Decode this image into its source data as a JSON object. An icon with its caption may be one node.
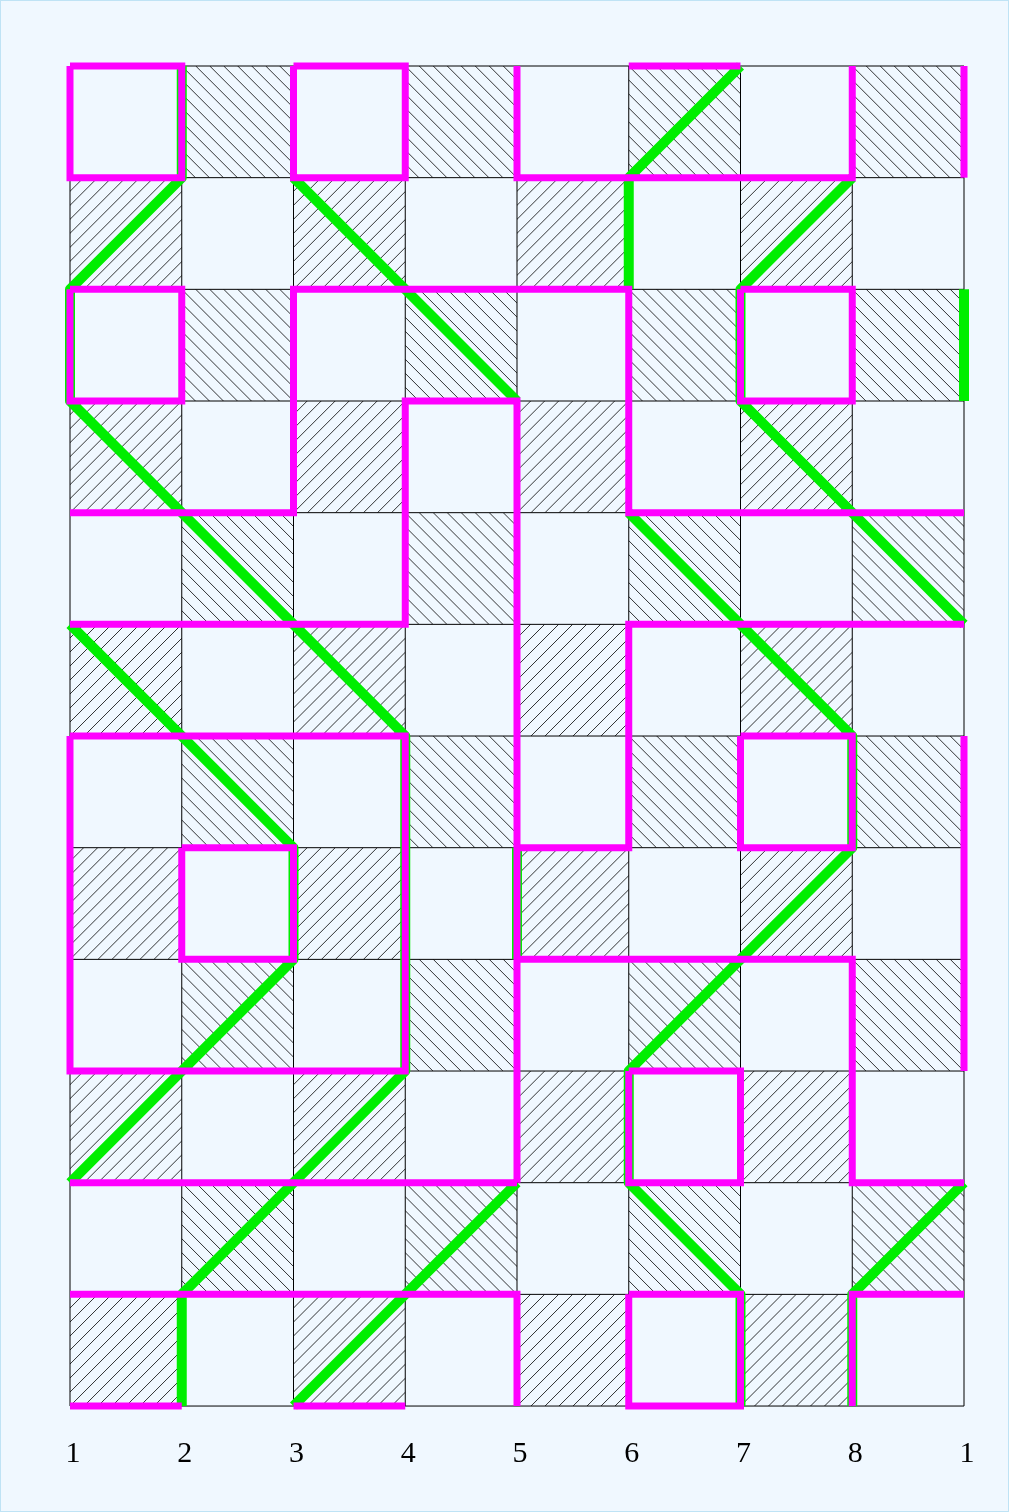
{
  "diagram": {
    "labels": [
      "1",
      "2",
      "3",
      "4",
      "5",
      "6",
      "7",
      "8",
      "1"
    ]
  }
}
